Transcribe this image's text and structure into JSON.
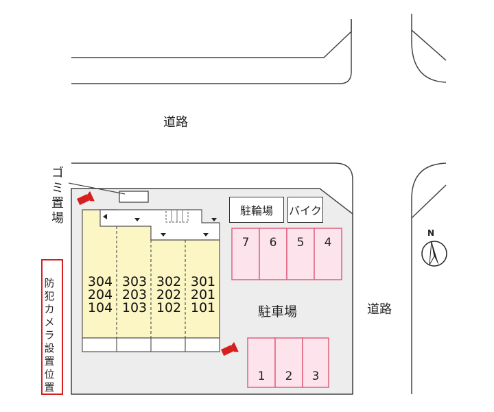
{
  "roads": {
    "top_label": "道路",
    "right_label": "道路"
  },
  "lot": {
    "parking_lot_label": "駐車場",
    "bicycle_parking_label": "駐輪場",
    "bike_label": "バイク",
    "garbage_label": "ゴミ置場",
    "north_label": "N"
  },
  "legend": {
    "camera_label": "防犯カメラ設置位置"
  },
  "building": {
    "units": [
      {
        "upper": "304",
        "middle": "204",
        "lower": "104"
      },
      {
        "upper": "303",
        "middle": "203",
        "lower": "103"
      },
      {
        "upper": "302",
        "middle": "202",
        "lower": "102"
      },
      {
        "upper": "301",
        "middle": "201",
        "lower": "101"
      }
    ]
  },
  "parking_top": [
    "7",
    "6",
    "5",
    "4"
  ],
  "parking_bottom": [
    "1",
    "2",
    "3"
  ],
  "colors": {
    "building_fill": "#fcf6c4",
    "lot_fill": "#ededed",
    "parking_fill": "#fde4ec",
    "parking_stroke": "#e0607e",
    "camera_red": "#d62020"
  }
}
